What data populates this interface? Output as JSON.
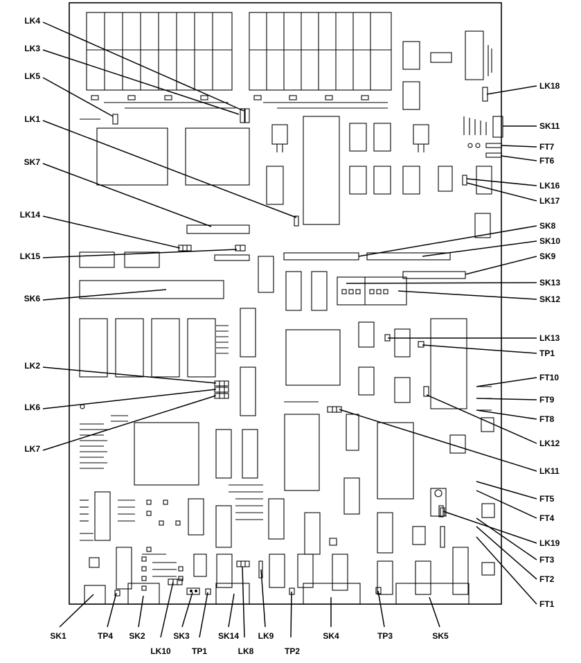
{
  "labels": {
    "lk4": "LK4",
    "lk3": "LK3",
    "lk5": "LK5",
    "lk1": "LK1",
    "sk7": "SK7",
    "lk14": "LK14",
    "lk15": "LK15",
    "sk6": "SK6",
    "lk2": "LK2",
    "lk6_left": "LK6",
    "lk7": "LK7",
    "lk18": "LK18",
    "sk11": "SK11",
    "ft7": "FT7",
    "ft6": "FT6",
    "lk16": "LK16",
    "lk17": "LK17",
    "sk8": "SK8",
    "sk10": "SK10",
    "sk9": "SK9",
    "sk13": "SK13",
    "sk12": "SK12",
    "lk13": "LK13",
    "tp1_right": "TP1",
    "ft10": "FT10",
    "ft9": "FT9",
    "ft8": "FT8",
    "lk12": "LK12",
    "lk11": "LK11",
    "ft5": "FT5",
    "ft4": "FT4",
    "lk19": "LK19",
    "ft3": "FT3",
    "ft2": "FT2",
    "ft1": "FT1",
    "sk1": "SK1",
    "tp4": "TP4",
    "sk2": "SK2",
    "sk3": "SK3",
    "sk14": "SK14",
    "lk9": "LK9",
    "sk4": "SK4",
    "tp3": "TP3",
    "sk5": "SK5",
    "lk10": "LK10",
    "tp1_bottom": "TP1",
    "lk8": "LK8",
    "tp2": "TP2"
  }
}
